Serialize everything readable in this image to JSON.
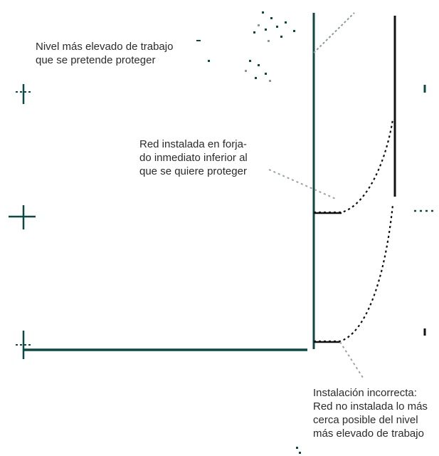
{
  "labels": {
    "top_level": [
      "Nivel más elevado de trabajo",
      "que se pretende proteger"
    ],
    "installed_net": [
      "Red instalada en forja-",
      "do inmediato inferior al",
      "que se quiere proteger"
    ],
    "incorrect_installation": [
      "Instalación incorrecta:",
      "Red no instalada lo más",
      "cerca posible del nivel",
      "más elevado de trabajo"
    ]
  },
  "colors": {
    "structure": "#0b4a44",
    "net": "#111111",
    "leader": "#9aa3a2",
    "text": "#2b2b2b"
  }
}
